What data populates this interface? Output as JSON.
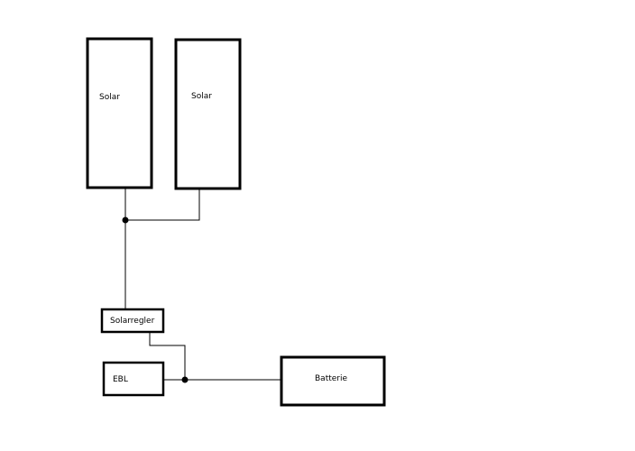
{
  "diagram": {
    "nodes": {
      "solar_panel_1": {
        "label": "Solar"
      },
      "solar_panel_2": {
        "label": "Solar"
      },
      "charge_controller": {
        "label": "Solarregler"
      },
      "ebl": {
        "label": "EBL"
      },
      "battery": {
        "label": "Batterie"
      }
    },
    "connections": [
      {
        "from": "solar_panel_1",
        "to": "charge_controller"
      },
      {
        "from": "solar_panel_2",
        "to": "charge_controller"
      },
      {
        "from": "charge_controller",
        "to": "ebl"
      },
      {
        "from": "charge_controller",
        "to": "battery"
      },
      {
        "from": "ebl",
        "to": "battery"
      }
    ]
  }
}
